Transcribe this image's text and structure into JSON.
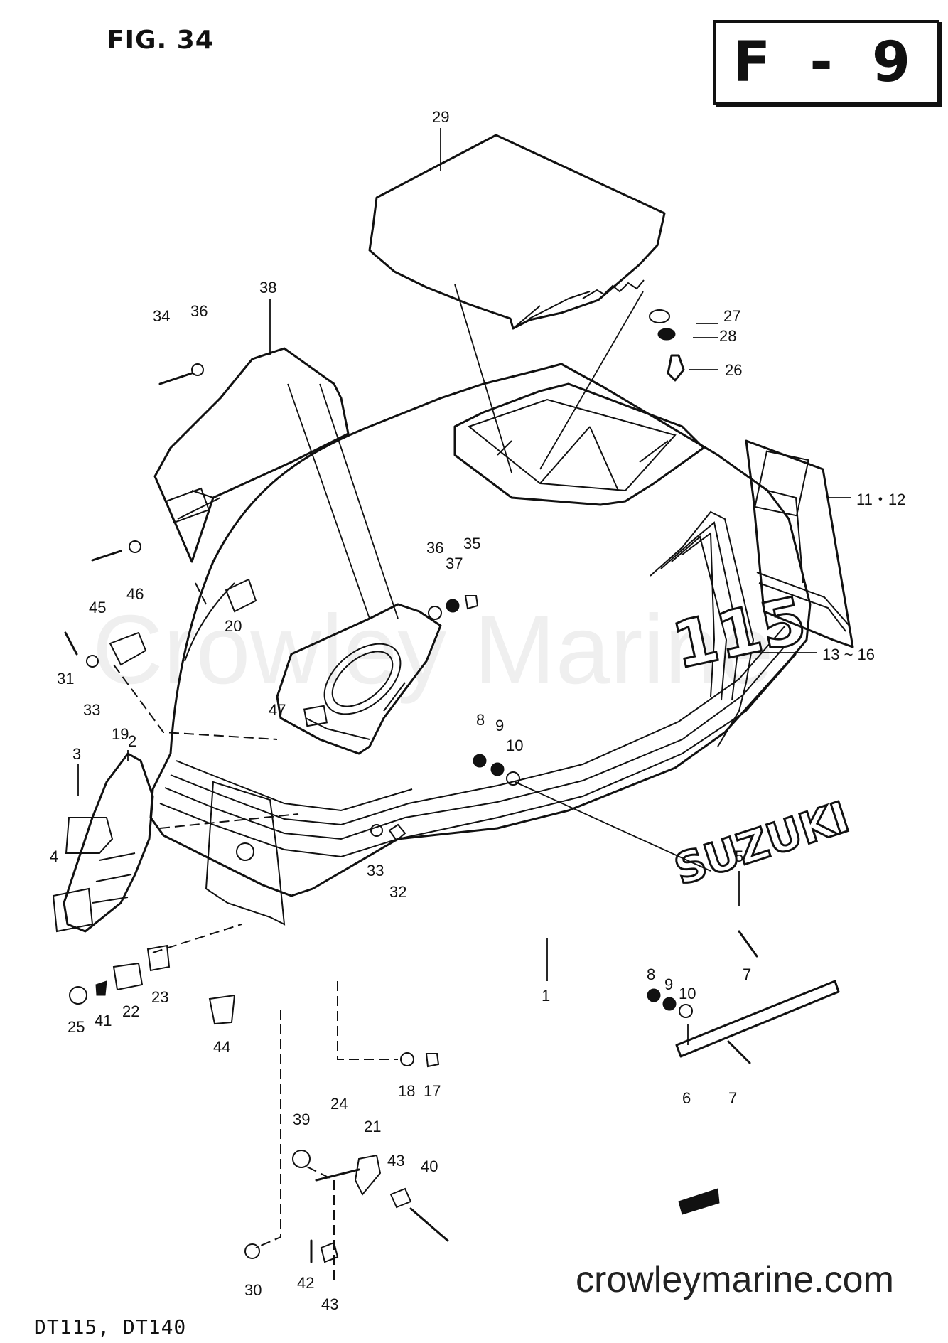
{
  "figure": {
    "title": "FIG. 34",
    "page_code": "F - 9"
  },
  "footer": {
    "models": "DT115,  DT140",
    "website": "crowleymarine.com"
  },
  "watermark": "Crowley Marine",
  "decals": {
    "brand": "SUZUKI",
    "model_number": "115"
  },
  "callouts": {
    "p1": "1",
    "p2": "2",
    "p3": "3",
    "p4": "4",
    "p5": "5",
    "p6": "6",
    "p7a": "7",
    "p7b": "7",
    "p8a": "8",
    "p8b": "8",
    "p9a": "9",
    "p9b": "9",
    "p10a": "10",
    "p10b": "10",
    "p11": "11・12",
    "p13": "13 ~ 16",
    "p17": "17",
    "p18": "18",
    "p19": "19",
    "p20": "20",
    "p21": "21",
    "p22": "22",
    "p23": "23",
    "p24": "24",
    "p25": "25",
    "p26": "26",
    "p27": "27",
    "p28": "28",
    "p29": "29",
    "p30": "30",
    "p31": "31",
    "p32": "32",
    "p33a": "33",
    "p33b": "33",
    "p34": "34",
    "p35": "35",
    "p36a": "36",
    "p36b": "36",
    "p37": "37",
    "p38": "38",
    "p39": "39",
    "p40": "40",
    "p41": "41",
    "p42": "42",
    "p43a": "43",
    "p43b": "43",
    "p44": "44",
    "p45": "45",
    "p46": "46",
    "p47": "47"
  }
}
